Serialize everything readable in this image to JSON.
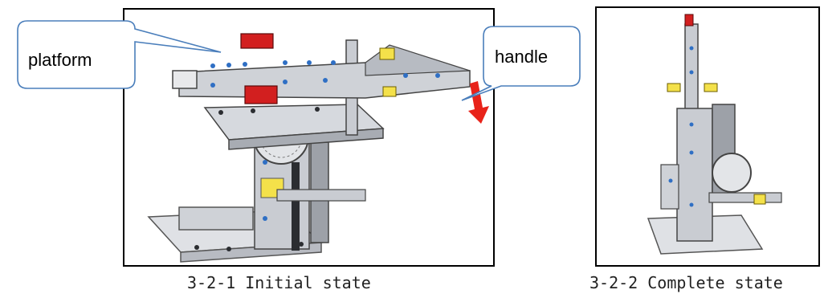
{
  "figures": [
    {
      "caption": "3-2-1 Initial state"
    },
    {
      "caption": "3-2-2 Complete state"
    }
  ],
  "callouts": {
    "platform": "platform",
    "handle": "handle"
  },
  "colors": {
    "callout_border": "#4a7ebb",
    "arrow": "#e8231a",
    "brick_gray": "#c9ccd2",
    "brick_dark": "#5c5f66",
    "brick_red": "#d21f1f",
    "brick_yellow": "#f4e14a",
    "peg_blue": "#2f6fc4"
  }
}
